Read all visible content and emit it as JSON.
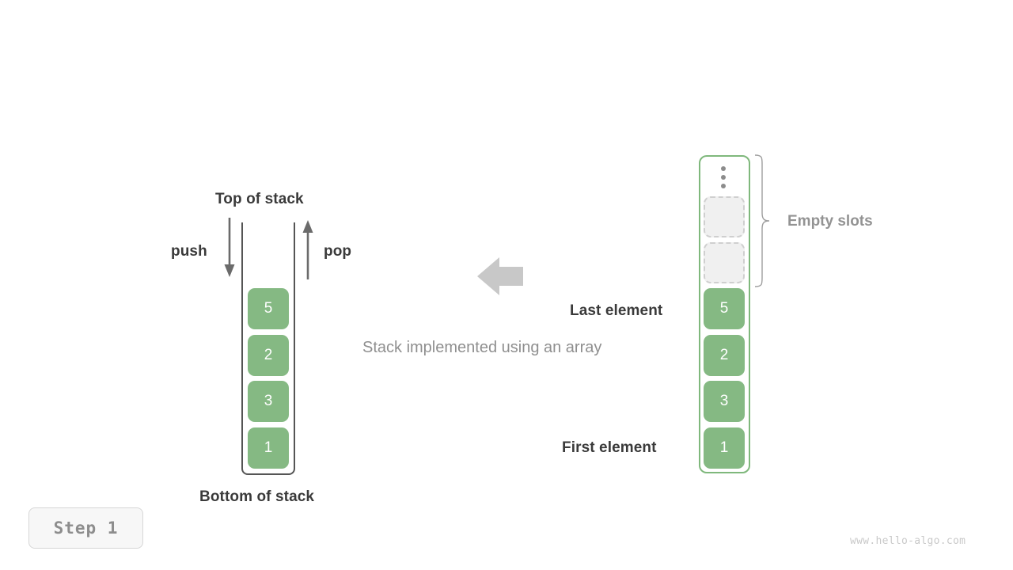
{
  "diagram": {
    "title_caption": "Stack implemented using an array",
    "watermark": "www.hello-algo.com",
    "step_badge": "Step 1",
    "colors": {
      "element_green": "#85b983",
      "array_border_green": "#7fb87c",
      "stack_border_gray": "#555555",
      "empty_slot_fill": "#f0f0f0",
      "empty_slot_border": "#cfcfcf",
      "label_dark": "#3a3a3a",
      "label_gray": "#939393",
      "caption_gray": "#8f8f8f",
      "big_arrow_gray": "#c8c8c8",
      "step_text_gray": "#8d8d8d",
      "watermark_gray": "#c9c9c9"
    }
  },
  "stack_panel": {
    "top_label": "Top of stack",
    "bottom_label": "Bottom of stack",
    "push_label": "push",
    "pop_label": "pop",
    "elements": [
      {
        "value": "5"
      },
      {
        "value": "2"
      },
      {
        "value": "3"
      },
      {
        "value": "1"
      }
    ]
  },
  "array_panel": {
    "empty_slots_label": "Empty slots",
    "last_element_label": "Last element",
    "first_element_label": "First element",
    "ellipsis_icon": "vertical-ellipsis-icon",
    "empty_slots_count": 2,
    "elements": [
      {
        "value": "5"
      },
      {
        "value": "2"
      },
      {
        "value": "3"
      },
      {
        "value": "1"
      }
    ]
  }
}
